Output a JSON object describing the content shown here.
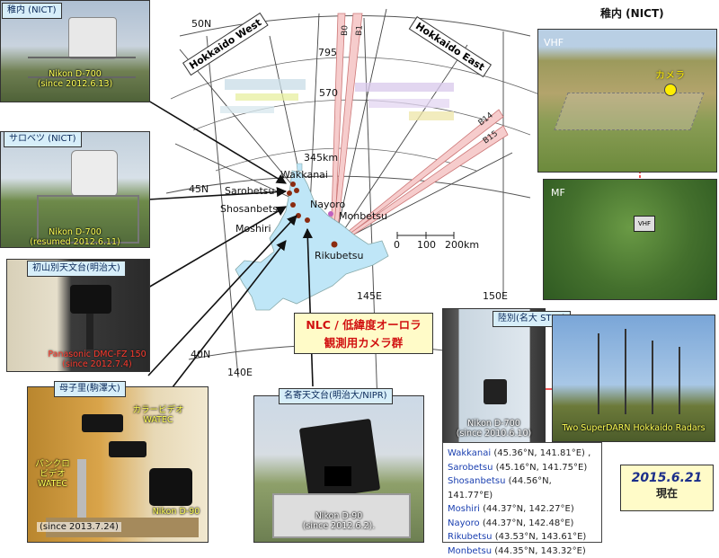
{
  "map": {
    "lat_labels": [
      "50N",
      "45N",
      "40N"
    ],
    "lon_labels": [
      "140E",
      "145E",
      "150E"
    ],
    "range_labels": [
      "795",
      "570",
      "345km"
    ],
    "region_labels": [
      "Hokkaido West",
      "Hokkaido East"
    ],
    "beam_labels": [
      "B0",
      "B1",
      "B14",
      "B15"
    ],
    "stations": [
      "Wakkanai",
      "Sarobetsu",
      "Shosanbetsu",
      "Nayoro",
      "Monbetsu",
      "Moshiri",
      "Rikubetsu"
    ],
    "scale": [
      "0",
      "100",
      "200km"
    ],
    "title_line1": "NLC / 低緯度オーロラ",
    "title_line2": "観測用カメラ群",
    "colors": {
      "land": "#bfe6f7",
      "beam": "#f4c6c6",
      "arrow": "#111111",
      "title": "#d11111"
    }
  },
  "panels": {
    "wakkanai": {
      "label": "稚内 (NICT)",
      "camera": "Nikon D-700",
      "since": "(since 2012.6.13)"
    },
    "sarobetsu": {
      "label": "サロベツ (NICT)",
      "camera": "Nikon D-700",
      "since": "(resumed 2012.6.11)"
    },
    "nayoro_obs": {
      "label": "初山別天文台(明治大)",
      "camera": "Panasonic DMC-FZ 150",
      "since": "(since 2012.7.4)"
    },
    "moshiri": {
      "label": "母子里(駒澤大)",
      "color_video": "カラービデオ",
      "watec1": "WATEC",
      "mono_video_1": "パンクロ",
      "mono_video_2": "ビデオ",
      "watec2": "WATEC",
      "camera": "Nikon D-90",
      "since": "(since 2013.7.24)"
    },
    "nayoro": {
      "label": "名寄天文台(明治大/NIPR)",
      "camera": "Nikon D-90",
      "since": "(since 2012.6.2)."
    },
    "wakkanai_site": {
      "title": "稚内 (NICT)",
      "vhf": "VHF",
      "camera_marker": "カメラ",
      "mf": "MF",
      "vhf_tag": "VHF"
    },
    "rikubetsu": {
      "label": "陸別(名大 STEL)",
      "camera": "Nikon D-700",
      "since": "(since 2010.6.10)",
      "radar_caption": "Two SuperDARN Hokkaido Radars"
    }
  },
  "coordinates": [
    {
      "name": "Wakkanai",
      "value": "(45.36°N, 141.81°E) ,"
    },
    {
      "name": "Sarobetsu",
      "value": "(45.16°N, 141.75°E)"
    },
    {
      "name": "Shosanbetsu",
      "value": "(44.56°N, 141.77°E)"
    },
    {
      "name": "Moshiri",
      "value": "(44.37°N, 142.27°E)"
    },
    {
      "name": "Nayoro",
      "value": "(44.37°N, 142.48°E)"
    },
    {
      "name": "Rikubetsu",
      "value": "(43.53°N, 143.61°E)"
    },
    {
      "name": "Monbetsu",
      "value": "(44.35°N, 143.32°E)"
    }
  ],
  "status": {
    "date": "2015.6.21",
    "now": "現在"
  }
}
